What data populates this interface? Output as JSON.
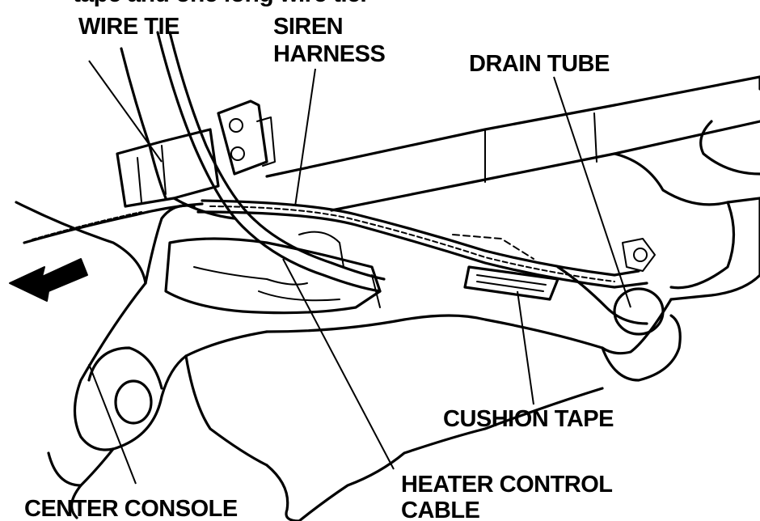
{
  "header_fragment": "tape and one long wire tie.",
  "labels": {
    "wire_tie": "WIRE TIE",
    "siren_harness_line1": "SIREN",
    "siren_harness_line2": "HARNESS",
    "drain_tube": "DRAIN TUBE",
    "cushion_tape": "CUSHION TAPE",
    "heater_control_cable_line1": "HEATER CONTROL",
    "heater_control_cable_line2": "CABLE",
    "center_console": "CENTER CONSOLE"
  },
  "icons": {
    "direction_arrow": "arrow-left-icon"
  }
}
